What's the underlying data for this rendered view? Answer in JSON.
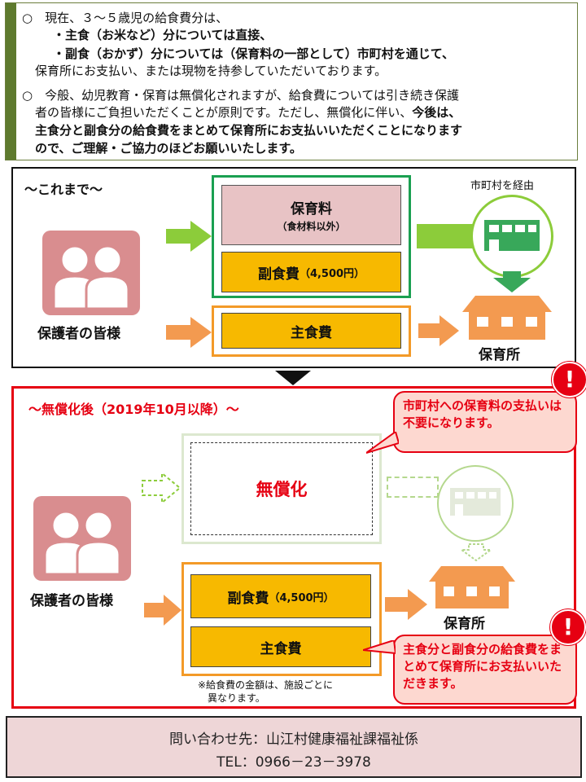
{
  "notice": {
    "line1": "○　現在、３～５歳児の給食費分は、",
    "line2": "・主食（お米など）分については直接、",
    "line3": "・副食（おかず）分については（保育料の一部として）市町村を通じて、",
    "line4": "保育所にお支払い、または現物を持参していただいております。",
    "line5": "○　今般、幼児教育・保育は無償化されますが、給食費については引き続き保護",
    "line6": "者の皆様にご負担いただくことが原則です。ただし、無償化に伴い、",
    "line6_bold": "今後は、",
    "line7": "主食分と副食分の給食費をまとめて保育所にお支払いいただくことになります",
    "line8": "ので、ご理解・ご協力のほどお願いいたします。"
  },
  "before": {
    "title": "～これまで～",
    "guardians": "保護者の皆様",
    "hoikuryo": "保育料",
    "hoikuryo_sub": "（食材料以外）",
    "fukushoku": "副食費",
    "fukushoku_amount": "（4,500円）",
    "shushoku": "主食費",
    "via_city": "市町村を経由",
    "nursery": "保育所"
  },
  "after": {
    "title": "～無償化後（2019年10月以降）～",
    "free": "無償化",
    "guardians": "保護者の皆様",
    "fukushoku": "副食費",
    "fukushoku_amount": "（4,500円）",
    "shushoku": "主食費",
    "note_line1": "※給食費の金額は、施設ごとに",
    "note_line2": "異なります。",
    "nursery": "保育所",
    "callout1": "市町村への保育料の支払いは不要になります。",
    "callout2": "主食分と副食分の給食費をまとめて保育所にお支払いいただきます。",
    "alert_symbol": "!"
  },
  "contact": {
    "line1": "問い合わせ先：山江村健康福祉課福祉係",
    "line2": "TEL：0966－23－3978"
  },
  "colors": {
    "red": "#e60012",
    "green": "#1aa051",
    "orange": "#f39a28",
    "yellow": "#f7b900",
    "pink": "#d98d8f"
  }
}
